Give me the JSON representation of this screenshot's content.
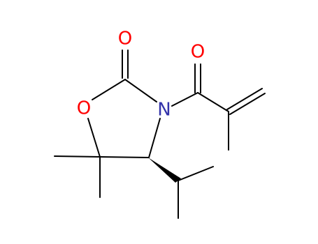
{
  "molecule": {
    "atom_labels": {
      "carbonyl_oxygen_top": "O",
      "carbonyl_oxygen_side": "O",
      "ring_oxygen": "O",
      "ring_nitrogen": "N"
    },
    "colors": {
      "bond": "#000000",
      "oxygen": "#ff0000",
      "nitrogen": "#3333aa"
    }
  }
}
